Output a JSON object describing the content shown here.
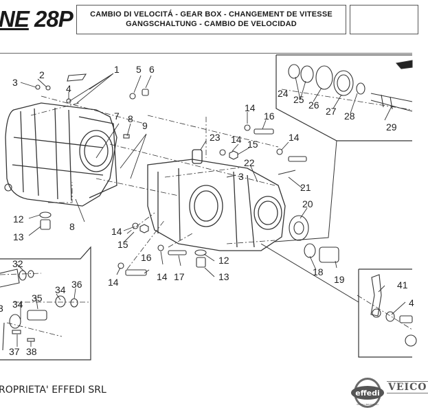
{
  "header": {
    "brand_fragment": "NE",
    "model": "28P",
    "title_line1": "CAMBIO DI VELOCITÁ - GEAR BOX - CHANGEMENT DE VITESSE",
    "title_line2": "GANGSCHALTUNG - CAMBIO DE VELOCIDAD"
  },
  "callouts": [
    {
      "id": "c1",
      "text": "1"
    },
    {
      "id": "c2",
      "text": "2"
    },
    {
      "id": "c3a",
      "text": "3"
    },
    {
      "id": "c4",
      "text": "4"
    },
    {
      "id": "c5",
      "text": "5"
    },
    {
      "id": "c6",
      "text": "6"
    },
    {
      "id": "c7",
      "text": "7"
    },
    {
      "id": "c8a",
      "text": "8"
    },
    {
      "id": "c9",
      "text": "9"
    },
    {
      "id": "c8b",
      "text": "8"
    },
    {
      "id": "c12a",
      "text": "12"
    },
    {
      "id": "c13a",
      "text": "13"
    },
    {
      "id": "c14a",
      "text": "14"
    },
    {
      "id": "c16a",
      "text": "16"
    },
    {
      "id": "c23",
      "text": "23"
    },
    {
      "id": "c14b",
      "text": "14"
    },
    {
      "id": "c15a",
      "text": "15"
    },
    {
      "id": "c14c",
      "text": "14"
    },
    {
      "id": "c22",
      "text": "22"
    },
    {
      "id": "c3b",
      "text": "3"
    },
    {
      "id": "c21",
      "text": "21"
    },
    {
      "id": "c20",
      "text": "20"
    },
    {
      "id": "c14d",
      "text": "14"
    },
    {
      "id": "c15b",
      "text": "15"
    },
    {
      "id": "c16b",
      "text": "16"
    },
    {
      "id": "c14e",
      "text": "14"
    },
    {
      "id": "c14f",
      "text": "14"
    },
    {
      "id": "c17",
      "text": "17"
    },
    {
      "id": "c12b",
      "text": "12"
    },
    {
      "id": "c13b",
      "text": "13"
    },
    {
      "id": "c18",
      "text": "18"
    },
    {
      "id": "c19",
      "text": "19"
    },
    {
      "id": "c24",
      "text": "24"
    },
    {
      "id": "c25",
      "text": "25"
    },
    {
      "id": "c26",
      "text": "26"
    },
    {
      "id": "c27",
      "text": "27"
    },
    {
      "id": "c28",
      "text": "28"
    },
    {
      "id": "c29",
      "text": "29"
    },
    {
      "id": "c32",
      "text": "32"
    },
    {
      "id": "c34a",
      "text": "34"
    },
    {
      "id": "c35",
      "text": "35"
    },
    {
      "id": "c34b",
      "text": "34"
    },
    {
      "id": "c36",
      "text": "36"
    },
    {
      "id": "c33",
      "text": "3"
    },
    {
      "id": "c37",
      "text": "37"
    },
    {
      "id": "c38",
      "text": "38"
    },
    {
      "id": "c41",
      "text": "41"
    },
    {
      "id": "c4x",
      "text": "4"
    }
  ],
  "footer": {
    "copyright": "ROPRIETA' EFFEDI SRL",
    "logo_text": "effedi",
    "logo_subtext": "VEICOLI INDUSTRIALI",
    "veico_text": "VEICO"
  }
}
